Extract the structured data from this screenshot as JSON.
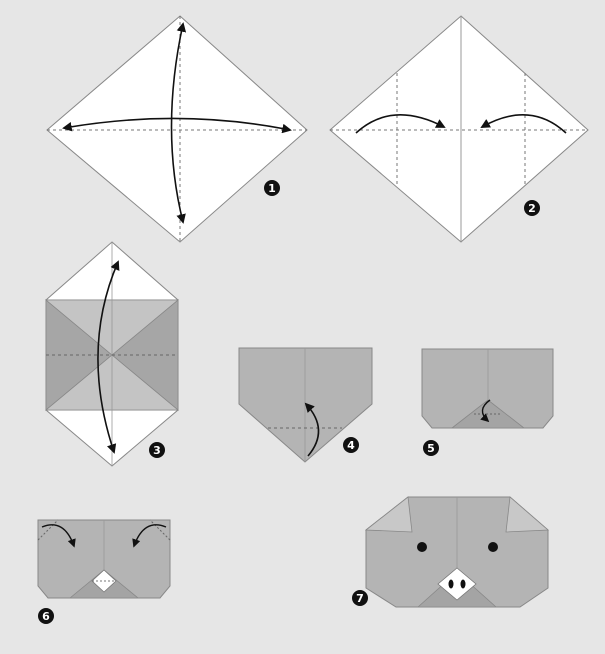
{
  "diagram": {
    "steps": [
      {
        "number": "1"
      },
      {
        "number": "2"
      },
      {
        "number": "3"
      },
      {
        "number": "4"
      },
      {
        "number": "5"
      },
      {
        "number": "6"
      },
      {
        "number": "7"
      }
    ],
    "colors": {
      "background": "#e6e6e6",
      "paper_white": "#ffffff",
      "paper_gray": "#b4b4b4",
      "line": "#7a7a7a",
      "arrow": "#111111",
      "badge": "#111111"
    }
  }
}
